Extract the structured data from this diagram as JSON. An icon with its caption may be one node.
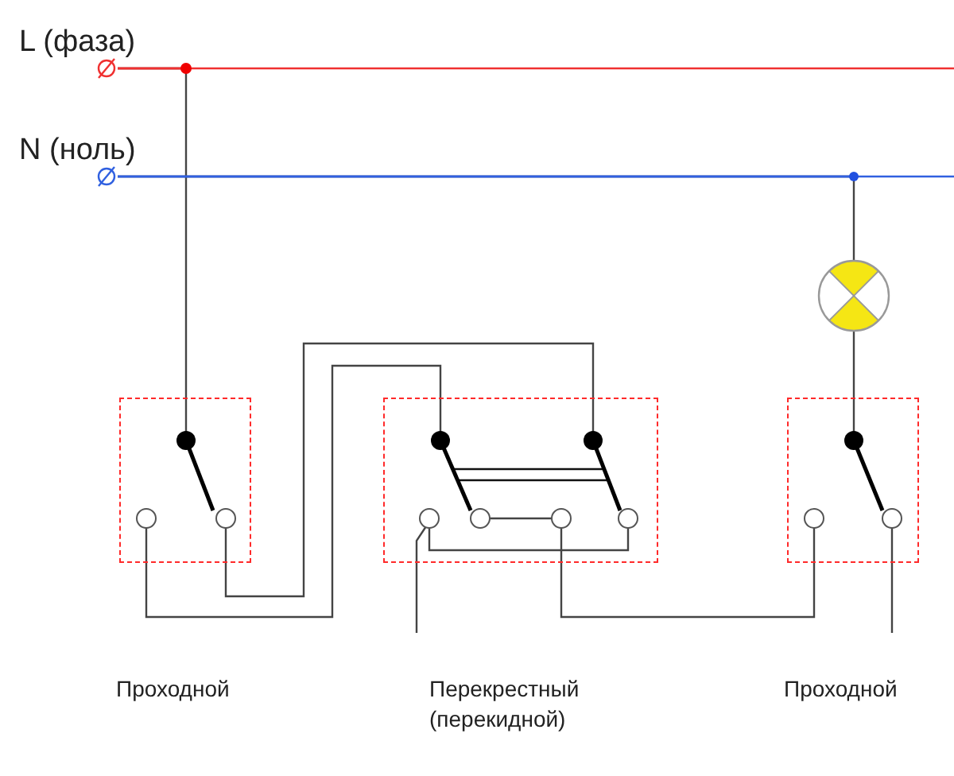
{
  "diagram": {
    "nodes": [
      {
        "text": [
          "L (фаза)"
        ]
      },
      {
        "text": [
          "N (ноль)"
        ]
      },
      {
        "text": [],
        "shape": "circle"
      },
      {
        "text": [],
        "shape": "box"
      },
      {
        "text": [],
        "shape": "box"
      },
      {
        "text": [],
        "shape": "box"
      }
    ],
    "labels": [
      "Проходной",
      "Перекрестный (перекидной)",
      "Проходной"
    ],
    "edges": [
      {
        "from": 0,
        "to": 3,
        "arrow": "none"
      },
      {
        "from": 1,
        "to": 2,
        "arrow": "none"
      },
      {
        "from": 2,
        "to": 5,
        "arrow": "none"
      },
      {
        "from": 3,
        "to": 4,
        "arrow": "none"
      },
      {
        "from": 3,
        "to": 4,
        "arrow": "none"
      },
      {
        "from": 4,
        "to": 5,
        "arrow": "none"
      },
      {
        "from": 4,
        "to": null,
        "arrow": "none"
      },
      {
        "from": 5,
        "to": null,
        "arrow": "none"
      }
    ]
  }
}
